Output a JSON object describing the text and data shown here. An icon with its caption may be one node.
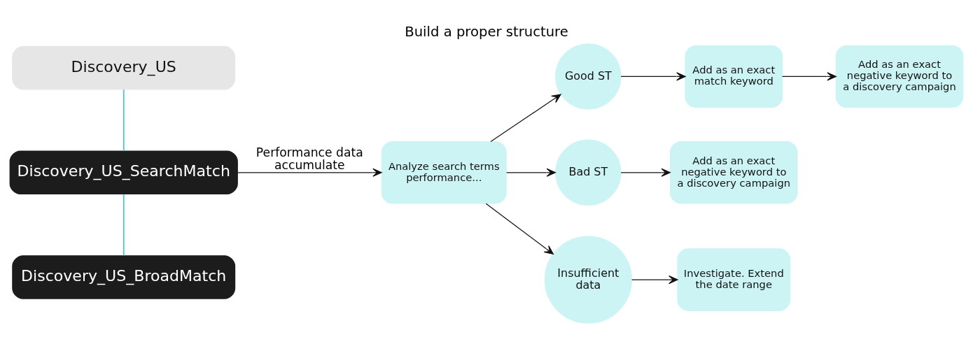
{
  "diagram": {
    "title": "Build a proper structure",
    "nodes": [
      {
        "text": [
          "Discovery_US"
        ]
      },
      {
        "text": [
          "Discovery_US_SearchMatch"
        ]
      },
      {
        "text": [
          "Discovery_US_BroadMatch"
        ]
      },
      {
        "text": [
          "Analyze search terms performance..."
        ]
      },
      {
        "text": [
          "Good ST"
        ]
      },
      {
        "text": [
          "Bad ST"
        ]
      },
      {
        "text": [
          "Insufficient data"
        ]
      },
      {
        "text": [
          "Add as an exact match keyword"
        ]
      },
      {
        "text": [
          "Add as an exact negative keyword to a discovery campaign"
        ]
      },
      {
        "text": [
          "Add as an exact negative keyword to a discovery campaign"
        ]
      },
      {
        "text": [
          "Investigate. Extend the date range"
        ]
      }
    ],
    "edges": [
      {
        "from": 0,
        "to": 1,
        "arrow": "none",
        "color": "#4fc3cf"
      },
      {
        "from": 1,
        "to": 2,
        "arrow": "none",
        "color": "#4fc3cf"
      },
      {
        "from": 1,
        "to": 3,
        "arrow": "to",
        "label": "Performance data accumulate"
      },
      {
        "from": 3,
        "to": 4,
        "arrow": "to"
      },
      {
        "from": 3,
        "to": 5,
        "arrow": "to"
      },
      {
        "from": 3,
        "to": 6,
        "arrow": "to"
      },
      {
        "from": 4,
        "to": 7,
        "arrow": "to"
      },
      {
        "from": 7,
        "to": 9,
        "arrow": "to"
      },
      {
        "from": 5,
        "to": 8,
        "arrow": "to"
      },
      {
        "from": 6,
        "to": 10,
        "arrow": "to"
      }
    ]
  }
}
